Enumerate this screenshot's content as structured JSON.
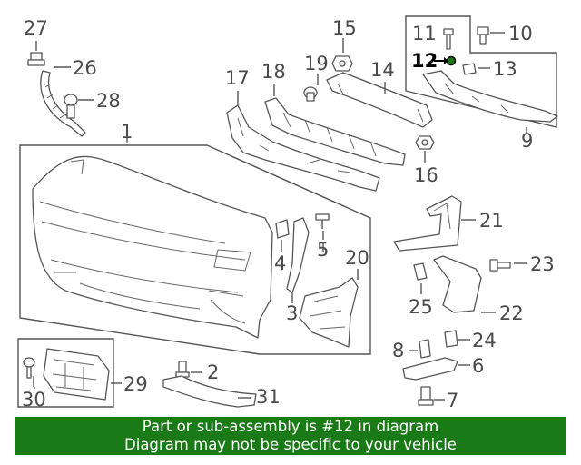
{
  "callouts": {
    "c1": "1",
    "c2": "2",
    "c3": "3",
    "c4": "4",
    "c5": "5",
    "c6": "6",
    "c7": "7",
    "c8": "8",
    "c9": "9",
    "c10": "10",
    "c11": "11",
    "c12": "12",
    "c13": "13",
    "c14": "14",
    "c15": "15",
    "c16": "16",
    "c17": "17",
    "c18": "18",
    "c19": "19",
    "c20": "20",
    "c21": "21",
    "c22": "22",
    "c23": "23",
    "c24": "24",
    "c25": "25",
    "c26": "26",
    "c27": "27",
    "c28": "28",
    "c29": "29",
    "c30": "30",
    "c31": "31"
  },
  "highlight": {
    "callout": "12",
    "color": "#1b7a18"
  },
  "banner": {
    "line1": "Part or sub-assembly is #12 in diagram",
    "line2": "Diagram may not be specific to your vehicle",
    "background": "#1b7a18"
  }
}
